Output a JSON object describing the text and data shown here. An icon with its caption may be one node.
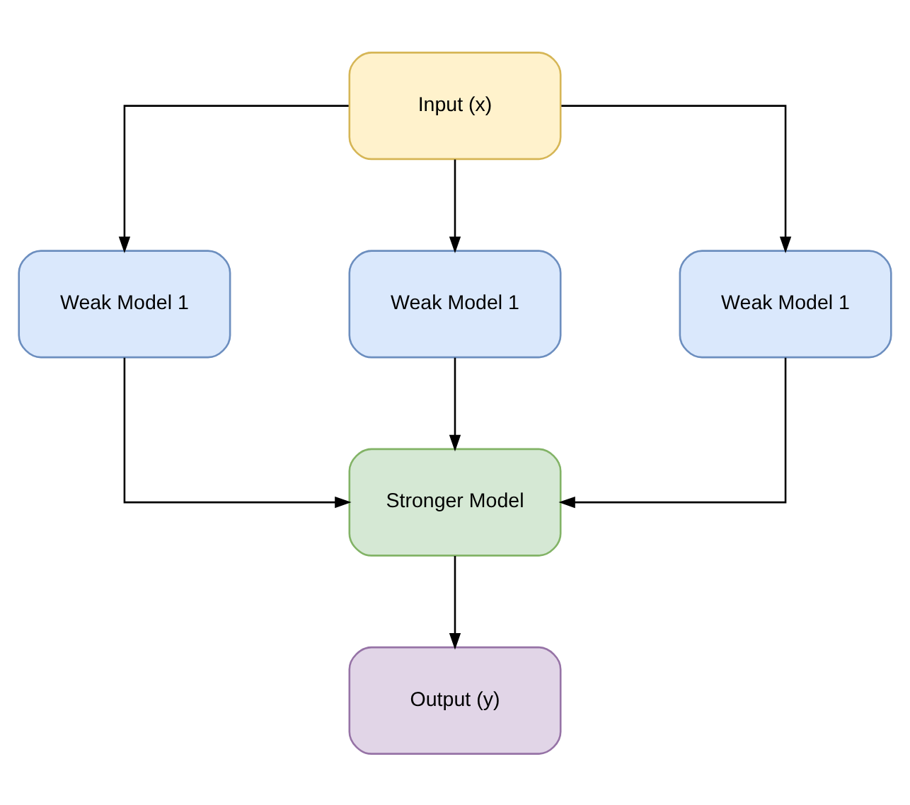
{
  "diagram": {
    "nodes": [
      {
        "text": [
          "Input (x)"
        ]
      },
      {
        "text": [
          "Weak Model 1"
        ]
      },
      {
        "text": [
          "Weak Model 1"
        ]
      },
      {
        "text": [
          "Weak Model 1"
        ]
      },
      {
        "text": [
          "Stronger Model"
        ]
      },
      {
        "text": [
          "Output (y)"
        ]
      }
    ],
    "edges": [
      {
        "from": 0,
        "to": 1,
        "arrow": "to"
      },
      {
        "from": 0,
        "to": 2,
        "arrow": "to"
      },
      {
        "from": 0,
        "to": 3,
        "arrow": "to"
      },
      {
        "from": 1,
        "to": 4,
        "arrow": "to"
      },
      {
        "from": 2,
        "to": 4,
        "arrow": "to"
      },
      {
        "from": 3,
        "to": 4,
        "arrow": "to"
      },
      {
        "from": 4,
        "to": 5,
        "arrow": "to"
      }
    ]
  }
}
